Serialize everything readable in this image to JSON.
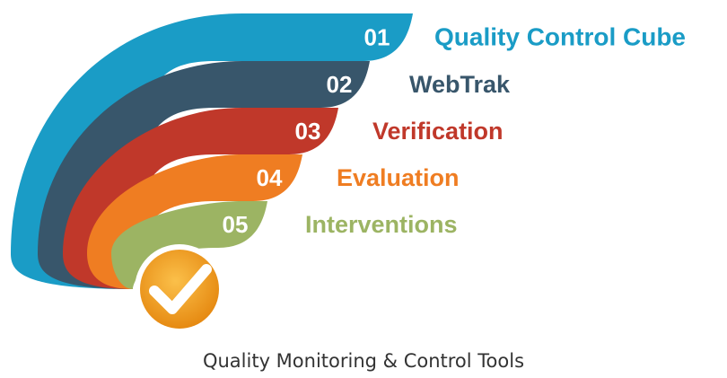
{
  "steps": [
    {
      "number": "01",
      "label": "Quality Control Cube",
      "color": "#1a9cc6"
    },
    {
      "number": "02",
      "label": "WebTrak",
      "color": "#38566b"
    },
    {
      "number": "03",
      "label": "Verification",
      "color": "#c0382a"
    },
    {
      "number": "04",
      "label": "Evaluation",
      "color": "#ef7d22"
    },
    {
      "number": "05",
      "label": "Interventions",
      "color": "#9cb463"
    }
  ],
  "badge": {
    "icon": "check-icon",
    "color": "#f39c1e"
  },
  "caption": "Quality Monitoring & Control Tools"
}
